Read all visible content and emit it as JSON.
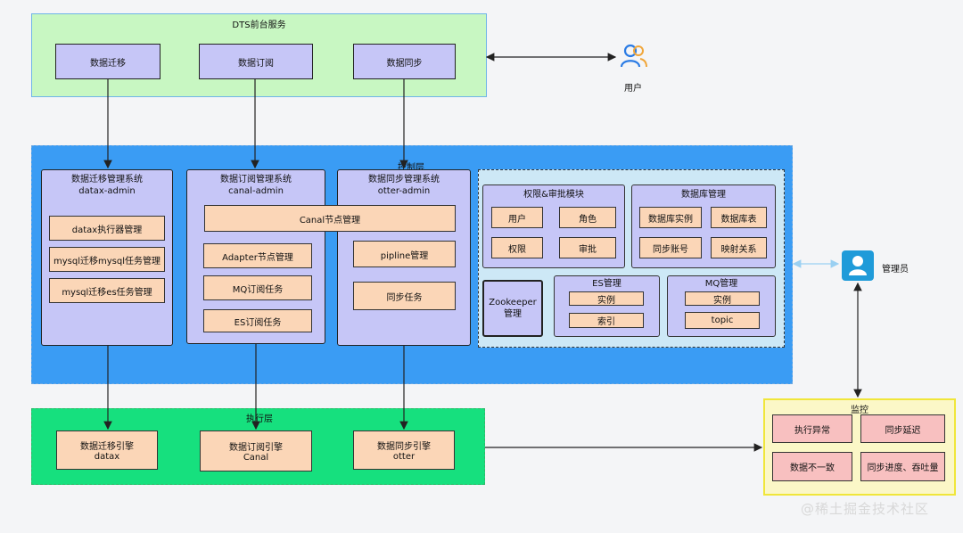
{
  "front_layer": {
    "title": "DTS前台服务",
    "boxes": [
      "数据迁移",
      "数据订阅",
      "数据同步"
    ]
  },
  "user": {
    "label": "用户"
  },
  "admin": {
    "label": "管理员"
  },
  "control_layer": {
    "title": "控制层",
    "systems": [
      {
        "title": "数据迁移管理系统",
        "subtitle": "datax-admin",
        "items": [
          "datax执行器管理",
          "mysql迁移mysql任务管理",
          "mysql迁移es任务管理"
        ]
      },
      {
        "title": "数据订阅管理系统",
        "subtitle": "canal-admin",
        "items": [
          "Adapter节点管理",
          "MQ订阅任务",
          "ES订阅任务"
        ]
      },
      {
        "title": "数据同步管理系统",
        "subtitle": "otter-admin",
        "items": [
          "pipline管理",
          "同步任务"
        ]
      }
    ],
    "shared_item": "Canal节点管理",
    "permission": {
      "title": "权限&审批模块",
      "items": [
        "用户",
        "角色",
        "权限",
        "审批"
      ]
    },
    "database": {
      "title": "数据库管理",
      "items": [
        "数据库实例",
        "数据库表",
        "同步账号",
        "映射关系"
      ]
    },
    "zookeeper": {
      "title": "Zookeeper\n管理"
    },
    "es": {
      "title": "ES管理",
      "items": [
        "实例",
        "索引"
      ]
    },
    "mq": {
      "title": "MQ管理",
      "items": [
        "实例",
        "topic"
      ]
    }
  },
  "exec_layer": {
    "title": "执行层",
    "engines": [
      {
        "name": "数据迁移引擎",
        "sub": "datax"
      },
      {
        "name": "数据订阅引擎",
        "sub": "Canal"
      },
      {
        "name": "数据同步引擎",
        "sub": "otter"
      }
    ]
  },
  "monitor": {
    "title": "监控",
    "items": [
      "执行异常",
      "同步延迟",
      "数据不一致",
      "同步进度、吞吐量"
    ]
  },
  "watermark": "@稀土掘金技术社区",
  "colors": {
    "front_bg": "#c8f7c2",
    "control_bg": "#3a9cf4",
    "exec_bg": "#16e07e",
    "box_purple": "#c6c6f7",
    "box_peach": "#fbd6b7",
    "monitor_bg": "#fbf7c7"
  }
}
